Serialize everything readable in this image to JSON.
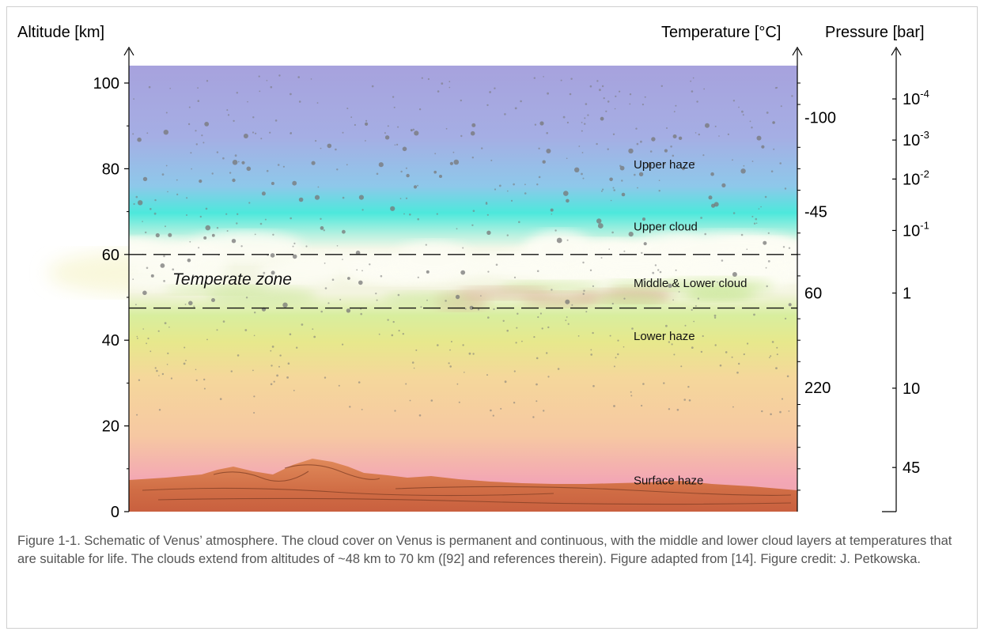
{
  "axes": {
    "altitude": {
      "title": "Altitude [km]",
      "range": [
        0,
        103
      ],
      "ticks": [
        {
          "value": 0,
          "label": "0"
        },
        {
          "value": 20,
          "label": "20"
        },
        {
          "value": 40,
          "label": "40"
        },
        {
          "value": 60,
          "label": "60"
        },
        {
          "value": 80,
          "label": "80"
        },
        {
          "value": 100,
          "label": "100"
        }
      ],
      "minor_ticks": [
        10,
        30,
        50,
        70,
        90
      ]
    },
    "temperature": {
      "title": "Temperature [°C]",
      "ticks": [
        {
          "altitude": 92,
          "label": "-100"
        },
        {
          "altitude": 70,
          "label": "-45"
        },
        {
          "altitude": 51,
          "label": "60"
        },
        {
          "altitude": 29,
          "label": "220"
        }
      ],
      "minor_ticks": [
        5,
        10,
        15,
        20,
        25,
        35,
        40,
        45,
        55,
        60,
        65,
        75,
        80,
        85,
        95,
        100
      ]
    },
    "pressure": {
      "title": "Pressure [bar]",
      "ticks": [
        {
          "altitude": 96.3,
          "base": "10",
          "exp": "-4"
        },
        {
          "altitude": 86.7,
          "base": "10",
          "exp": "-3"
        },
        {
          "altitude": 77.6,
          "base": "10",
          "exp": "-2"
        },
        {
          "altitude": 65.6,
          "base": "10",
          "exp": "-1"
        },
        {
          "altitude": 51.0,
          "base": "1",
          "exp": ""
        },
        {
          "altitude": 28.8,
          "base": "10",
          "exp": ""
        },
        {
          "altitude": 10.3,
          "base": "45",
          "exp": ""
        }
      ]
    }
  },
  "layers": [
    {
      "label": "Upper haze",
      "altitude": 81
    },
    {
      "label": "Upper cloud",
      "altitude": 66.5
    },
    {
      "label": "Middle & Lower cloud",
      "altitude": 53.3
    },
    {
      "label": "Lower haze",
      "altitude": 41
    },
    {
      "label": "Surface haze",
      "altitude": 7.3
    }
  ],
  "temperate_zone": {
    "label": "Temperate zone",
    "bounds": [
      47.5,
      60
    ]
  },
  "caption": "Figure 1-1. Schematic of Venus’ atmosphere. The cloud cover on Venus is permanent and continuous, with the middle and lower cloud layers at temperatures that are suitable for life. The clouds extend from altitudes of ~48 km to 70 km ([92] and references therein). Figure adapted from [14]. Figure credit: J. Petkowska.",
  "colors": {
    "top": "#a49fdc",
    "upper_cloud": "#3fe6d5",
    "cloud_white": "#fbfbee",
    "lower_haze": "#e4e48a",
    "mid": "#f6cf98",
    "surface": "#f1a0b0",
    "terrain": "#d07a4c",
    "particles": "#777777"
  }
}
